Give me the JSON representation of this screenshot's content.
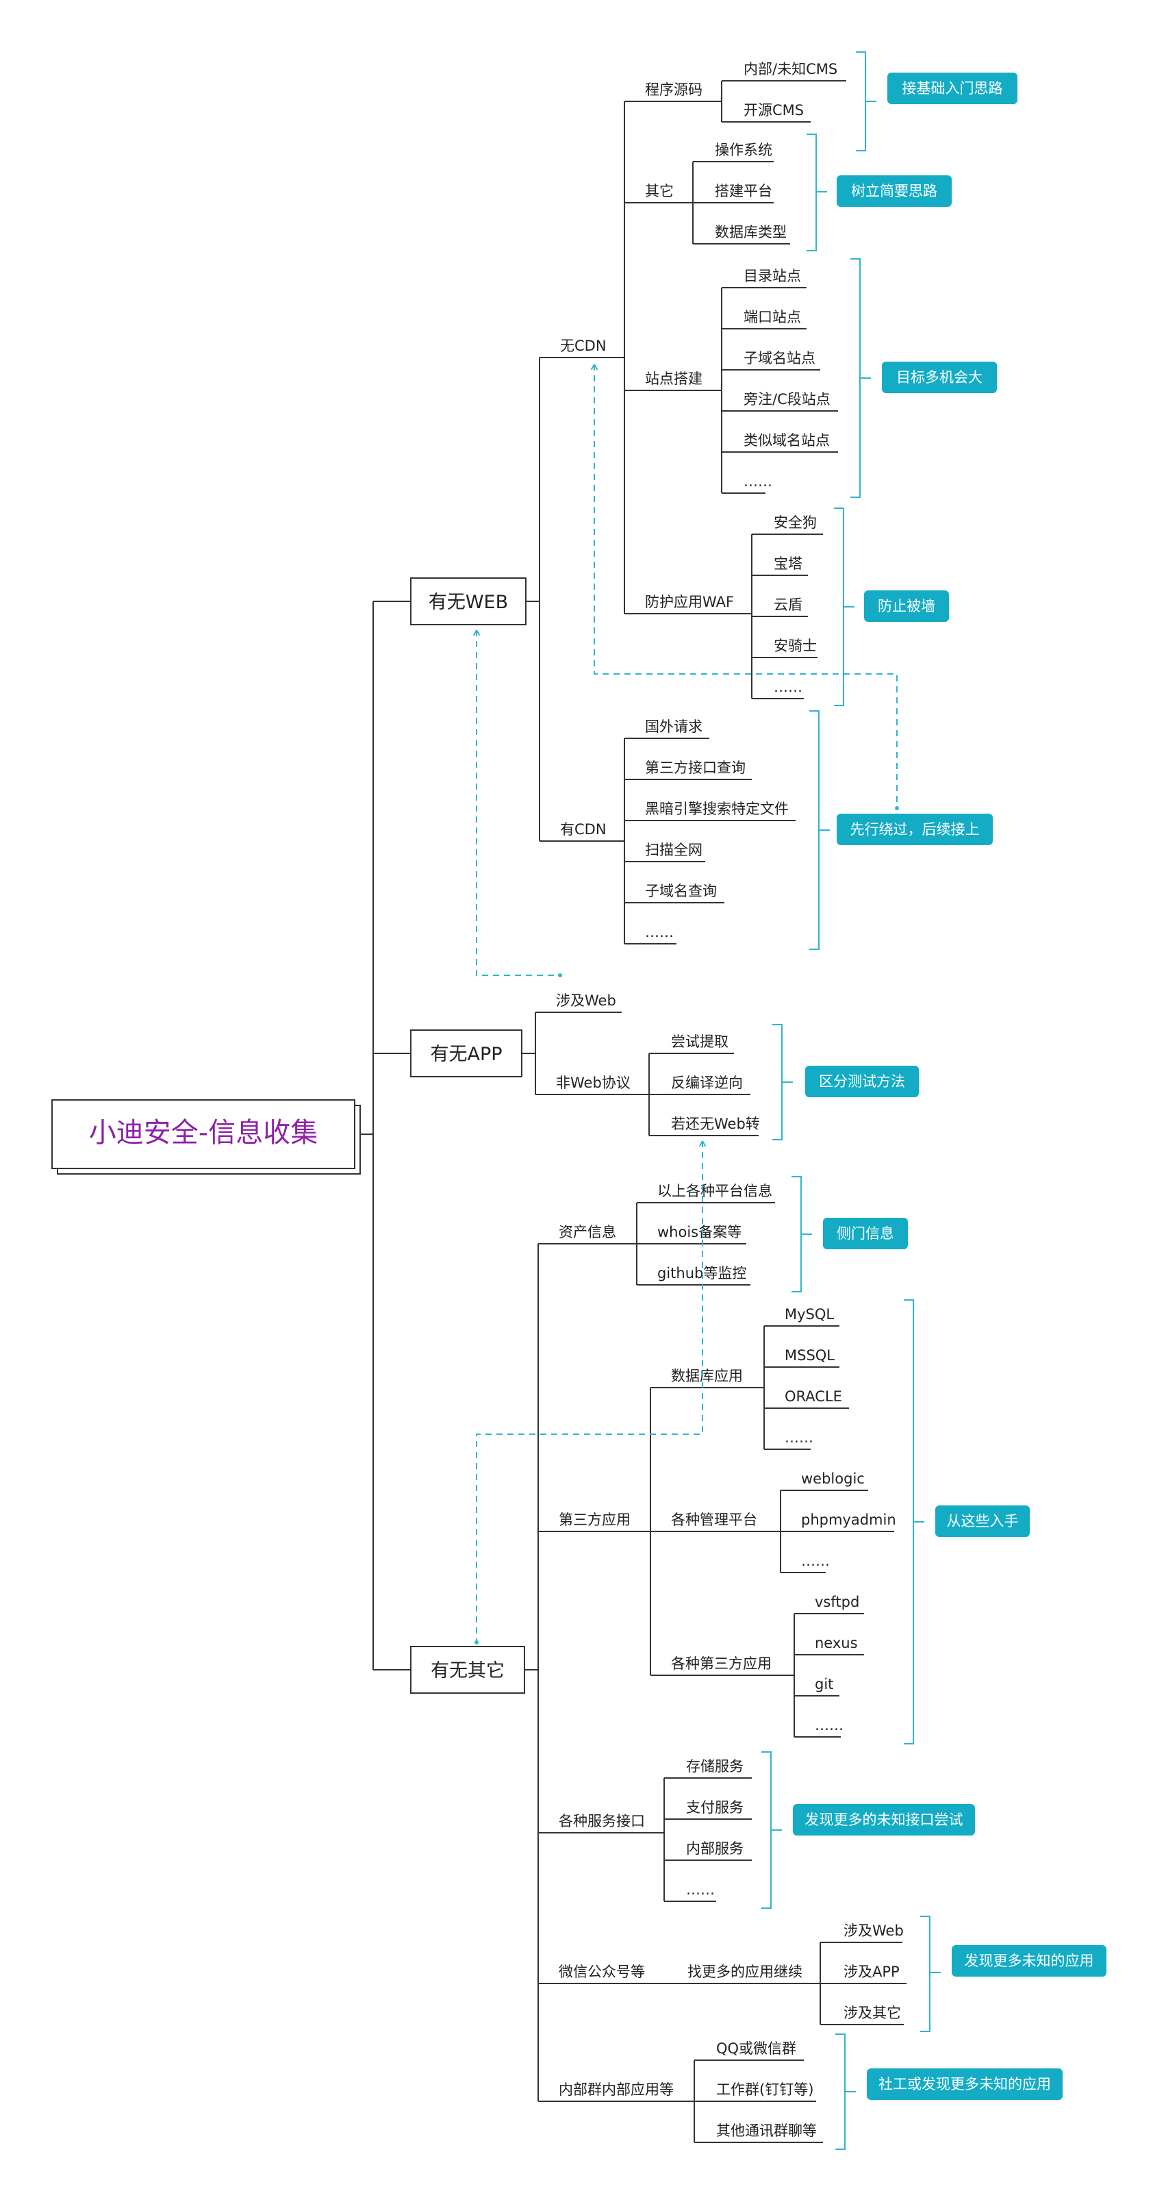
{
  "colors": {
    "accent": "#14acc5",
    "root_text": "#8e22a8",
    "line": "#333333"
  },
  "root": "小迪安全-信息收集",
  "main": {
    "web": "有无WEB",
    "app": "有无APP",
    "other": "有无其它"
  },
  "web": {
    "no_cdn": "无CDN",
    "has_cdn": "有CDN",
    "source": "程序源码",
    "source_items": [
      "内部/未知CMS",
      "开源CMS"
    ],
    "source_tag": "接基础入门思路",
    "misc": "其它",
    "misc_items": [
      "操作系统",
      "搭建平台",
      "数据库类型"
    ],
    "misc_tag": "树立简要思路",
    "site": "站点搭建",
    "site_items": [
      "目录站点",
      "端口站点",
      "子域名站点",
      "旁注/C段站点",
      "类似域名站点",
      "……"
    ],
    "site_tag": "目标多机会大",
    "waf": "防护应用WAF",
    "waf_items": [
      "安全狗",
      "宝塔",
      "云盾",
      "安骑士",
      "……"
    ],
    "waf_tag": "防止被墙",
    "cdn_items": [
      "国外请求",
      "第三方接口查询",
      "黑暗引擎搜索特定文件",
      "扫描全网",
      "子域名查询",
      "……"
    ],
    "cdn_tag": "先行绕过，后续接上"
  },
  "app": {
    "web": "涉及Web",
    "nonweb": "非Web协议",
    "nonweb_items": [
      "尝试提取",
      "反编译逆向",
      "若还无Web转"
    ],
    "tag": "区分测试方法"
  },
  "other": {
    "asset": "资产信息",
    "asset_items": [
      "以上各种平台信息",
      "whois备案等",
      "github等监控"
    ],
    "asset_tag": "侧门信息",
    "third": "第三方应用",
    "db": "数据库应用",
    "db_items": [
      "MySQL",
      "MSSQL",
      "ORACLE",
      "……"
    ],
    "mgmt": "各种管理平台",
    "mgmt_items": [
      "weblogic",
      "phpmyadmin",
      "……"
    ],
    "thirdapp": "各种第三方应用",
    "thirdapp_items": [
      "vsftpd",
      "nexus",
      "git",
      "……"
    ],
    "third_tag": "从这些入手",
    "service": "各种服务接口",
    "service_items": [
      "存储服务",
      "支付服务",
      "内部服务",
      "……"
    ],
    "service_tag": "发现更多的未知接口尝试",
    "wechat": "微信公众号等",
    "wechat_sub": "找更多的应用继续",
    "wechat_items": [
      "涉及Web",
      "涉及APP",
      "涉及其它"
    ],
    "wechat_tag": "发现更多未知的应用",
    "group": "内部群内部应用等",
    "group_items": [
      "QQ或微信群",
      "工作群(钉钉等)",
      "其他通讯群聊等"
    ],
    "group_tag": "社工或发现更多未知的应用"
  }
}
